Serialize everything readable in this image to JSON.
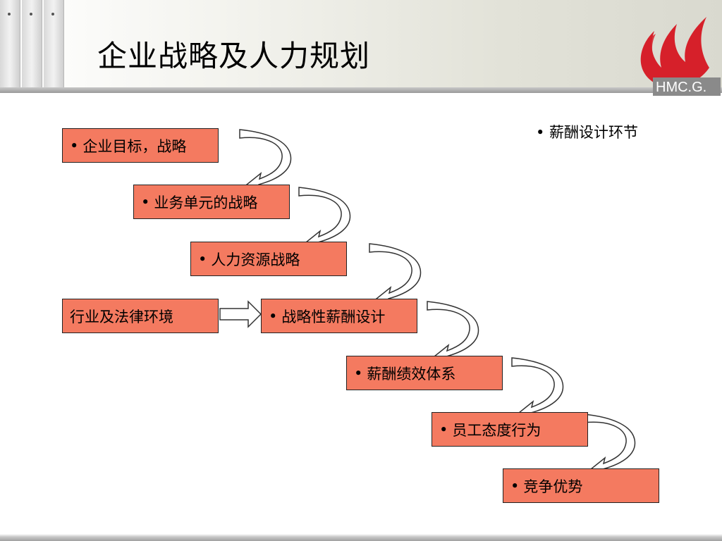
{
  "title": "企业战略及人力规划",
  "logo_text": "HMC.G.",
  "note": "• 薪酬设计环节",
  "bullet": "•",
  "steps": [
    {
      "label": "企业目标，战略"
    },
    {
      "label": "业务单元的战略"
    },
    {
      "label": "人力资源战略"
    },
    {
      "label": "战略性薪酬设计"
    },
    {
      "label": "薪酬绩效体系"
    },
    {
      "label": "员工态度行为"
    },
    {
      "label": "竞争优势"
    }
  ],
  "side_input": {
    "label": "行业及法律环境"
  },
  "colors": {
    "box_fill": "#f47a60",
    "logo_red": "#d6202a",
    "logo_gray": "#8a8a8a"
  }
}
